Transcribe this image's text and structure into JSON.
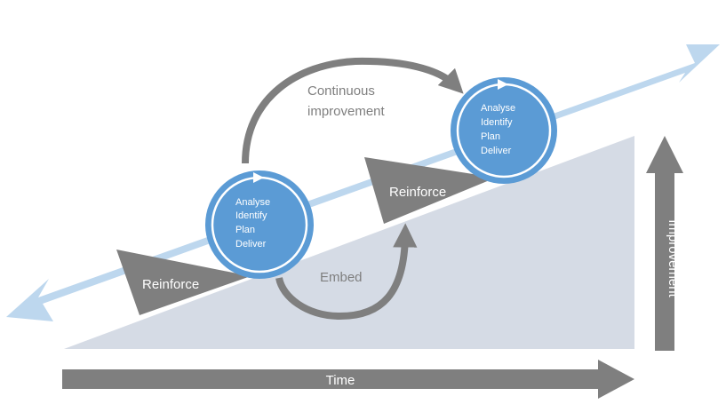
{
  "colors": {
    "wedge": "#d5dbe5",
    "band": "#bdd7ee",
    "cycle_fill": "#5b9bd5",
    "cycle_ring": "#ffffff",
    "dark_arrow": "#7f7f7f",
    "label_gray": "#7f7f7f",
    "white_text": "#ffffff"
  },
  "cycle_left": {
    "steps": [
      "Analyse",
      "Identify",
      "Plan",
      "Deliver"
    ]
  },
  "cycle_right": {
    "steps": [
      "Analyse",
      "Identify",
      "Plan",
      "Deliver"
    ]
  },
  "labels": {
    "continuous_line1": "Continuous",
    "continuous_line2": "improvement",
    "embed": "Embed",
    "reinforce_left": "Reinforce",
    "reinforce_right": "Reinforce",
    "time": "Time",
    "improvement": "Improvement"
  }
}
